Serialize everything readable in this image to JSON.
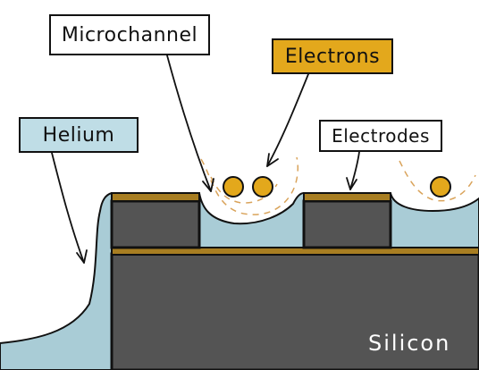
{
  "labels": {
    "microchannel": "Microchannel",
    "electrons": "Electrons",
    "helium": "Helium",
    "electrodes": "Electrodes",
    "silicon": "Silicon"
  },
  "colors": {
    "helium": "#a9ccd6",
    "helium_box": "#bfdde6",
    "electrons": "#e3a81c",
    "electrode": "#a87e22",
    "silicon": "#545454",
    "outline": "#111111",
    "field_lines": "#d9a35a",
    "background": "#ffffff"
  }
}
